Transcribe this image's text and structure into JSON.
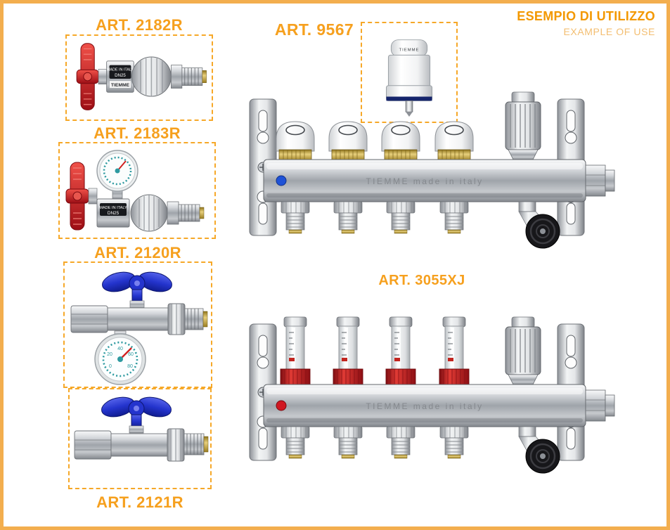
{
  "frame": {
    "border_color": "#f3ae4e",
    "background": "#ffffff"
  },
  "header": {
    "title_it": "ESEMPIO DI UTILIZZO",
    "title_en": "EXAMPLE OF USE"
  },
  "products": {
    "p2182r": {
      "label": "ART. 2182R"
    },
    "p2183r": {
      "label": "ART. 2183R"
    },
    "p2120r": {
      "label": "ART. 2120R"
    },
    "p2121r": {
      "label": "ART. 2121R"
    },
    "p9567": {
      "label": "ART. 9567"
    },
    "p3055xj": {
      "label": "ART. 3055XJ"
    }
  },
  "illustrations": {
    "manifold_brand": "TIEMME made in italy",
    "valve_badge_line1": "MADE IN ITALY",
    "valve_badge_line2": "DN25",
    "valve_brand": "TIEMME",
    "actuator_brand": "TIEMME",
    "gauge_scale": [
      "0",
      "20",
      "40",
      "60",
      "80"
    ]
  },
  "colors": {
    "accent_orange": "#f6a01e",
    "accent_light": "#f3be71",
    "handle_red": "#d61820",
    "handle_blue": "#2434cd",
    "flowmeter_red": "#bf1c20",
    "dot_blue": "#1f52d6",
    "dot_red": "#d01822",
    "gauge_teal": "#2e9aa0",
    "brass": "#d9bd5d",
    "metal_gray": "#aeb2b7"
  }
}
